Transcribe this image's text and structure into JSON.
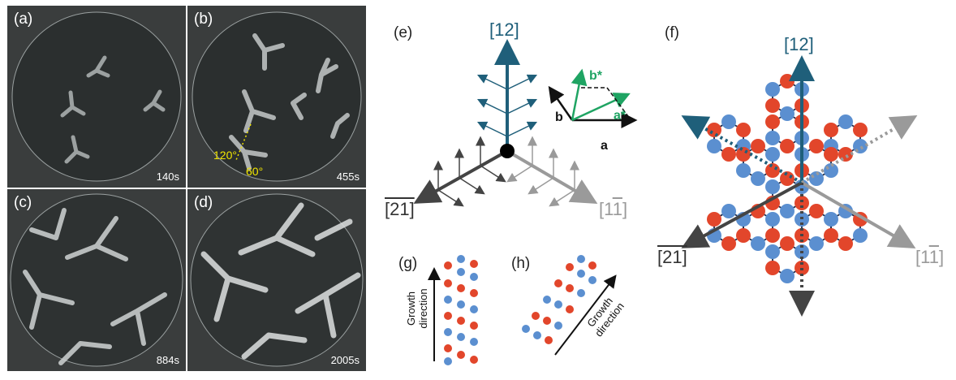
{
  "panels": {
    "a": {
      "label": "(a)",
      "time": "140s"
    },
    "b": {
      "label": "(b)",
      "time": "455s",
      "angle1": "120°",
      "angle2": "60°"
    },
    "c": {
      "label": "(c)",
      "time": "884s"
    },
    "d": {
      "label": "(d)",
      "time": "2005s"
    },
    "e": {
      "label": "(e)"
    },
    "f": {
      "label": "(f)"
    },
    "g": {
      "label": "(g)",
      "growth_line1": "Growth",
      "growth_line2": "direction"
    },
    "h": {
      "label": "(h)",
      "growth_line1": "Growth",
      "growth_line2": "direction"
    }
  },
  "axes": {
    "dir_12": "[12]",
    "dir_21": "[21]",
    "dir_11": "[11]"
  },
  "vectors": {
    "a": "a",
    "b": "b",
    "a_star": "a*",
    "b_star": "b*"
  },
  "colors": {
    "teal": "#1f5f7a",
    "dark_gray": "#444444",
    "light_gray": "#9a9a9a",
    "green": "#1fa463",
    "red_atom": "#e2462b",
    "blue_atom": "#5b8fd0",
    "angle_yellow": "#f2e600"
  }
}
